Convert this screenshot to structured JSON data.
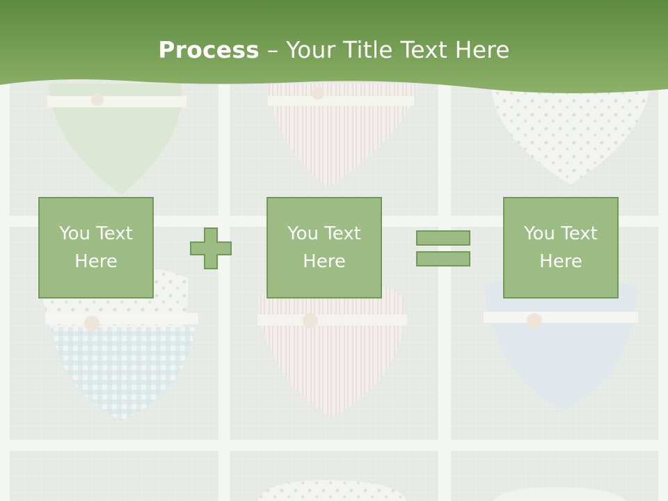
{
  "slide": {
    "title_bold": "Process",
    "title_rest": " – Your Title Text Here",
    "boxes": [
      {
        "text": "You Text\nHere"
      },
      {
        "text": "You Text\nHere"
      },
      {
        "text": "You Text\nHere"
      }
    ],
    "operators": [
      "plus-icon",
      "equals-icon"
    ]
  },
  "colors": {
    "header_green": "#6f9a4c",
    "box_fill": "#9dbc83",
    "box_border": "#6f9a56",
    "background": "#e7e9e4"
  }
}
